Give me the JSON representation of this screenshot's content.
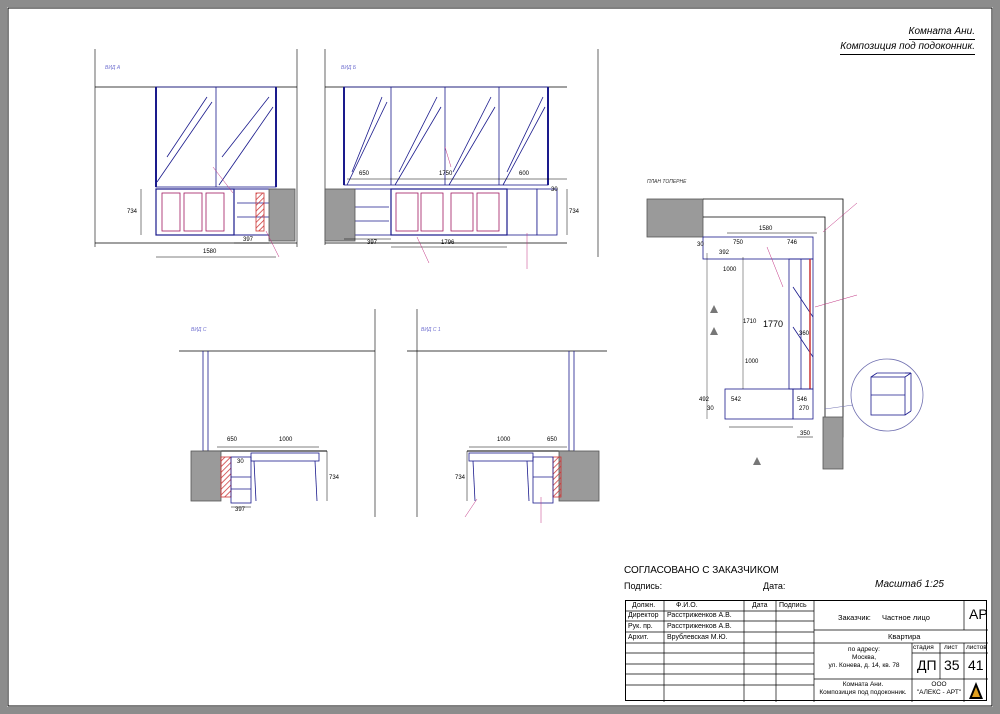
{
  "sheet_title": {
    "line1": "Комната Ани.",
    "line2": "Композиция под подоконник."
  },
  "views": {
    "a": "ВИД А",
    "b": "ВИД Б",
    "c": "ВИД С",
    "c1": "ВИД С 1",
    "plan": "ПЛАН ТОПЕРНЕ"
  },
  "dims": {
    "a_h": "734",
    "a_w": "1580",
    "a_depth": "397",
    "b_left": "650",
    "b_mid": "1750",
    "b_right": "600",
    "b_30": "30",
    "b_h": "734",
    "b_depth": "397",
    "b_w": "1796",
    "c_left": "650",
    "c_right": "1000",
    "c_30": "30",
    "c_h": "734",
    "c_depth": "397",
    "c1_left": "1000",
    "c1_right": "650",
    "c1_h": "734",
    "p_top": "1580",
    "p_750": "750",
    "p_746": "746",
    "p_30": "30",
    "p_392": "392",
    "p_1000": "1000",
    "p_1710": "1710",
    "p_1770": "1770",
    "p_360": "360",
    "p_542": "542",
    "p_492": "492",
    "p_546": "546",
    "p_270": "270",
    "p_350": "350",
    "p_30b": "30",
    "p_ctr": "1000"
  },
  "approval": {
    "heading": "СОГЛАСОВАНО С ЗАКАЗЧИКОМ",
    "signature": "Подпись:",
    "date": "Дата:",
    "scale": "Масштаб  1:25"
  },
  "stamp": {
    "headers": [
      "Должн.",
      "Ф.И.О.",
      "Дата",
      "Подпись"
    ],
    "rows": [
      [
        "Директор",
        "Расстриженков А.В."
      ],
      [
        "Рук. пр.",
        "Расстриженков А.В."
      ],
      [
        "Архит.",
        "Врублевская М.Ю."
      ]
    ],
    "client_label": "Заказчик:",
    "client_value": "Частное лицо",
    "object": "Квартира",
    "address": "по адресу:\nМосква,\nул. Конева, д. 14, кв. 78",
    "stage_label": "стадия",
    "sheet_label": "лист",
    "sheets_label": "листов",
    "stage": "ДП",
    "sheet": "35",
    "sheets": "41",
    "code": "АР",
    "room": "Комната Ани.\nКомпозиция под подоконник.",
    "company": "ООО\n\"АЛЕКС - АРТ\""
  }
}
